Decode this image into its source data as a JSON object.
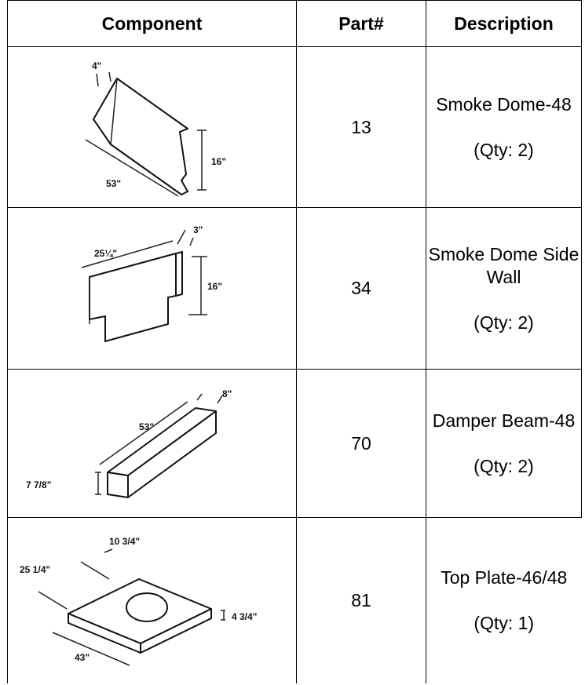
{
  "table": {
    "headers": {
      "component": "Component",
      "part": "Part#",
      "description": "Description"
    },
    "rows": [
      {
        "part": "13",
        "name": "Smoke Dome-48",
        "qty": "(Qty: 2)",
        "dims": {
          "a": "4\"",
          "b": "53\"",
          "c": "16\""
        }
      },
      {
        "part": "34",
        "name": "Smoke Dome Side Wall",
        "qty": "(Qty: 2)",
        "dims": {
          "a": "25¼\"",
          "b": "3\"",
          "c": "16\""
        }
      },
      {
        "part": "70",
        "name": "Damper Beam-48",
        "qty": "(Qty: 2)",
        "dims": {
          "a": "53\"",
          "b": "8\"",
          "c": "7 7/8\""
        }
      },
      {
        "part": "81",
        "name": "Top Plate-46/48",
        "qty": "(Qty: 1)",
        "dims": {
          "a": "10 3/4\"",
          "b": "25 1/4\"",
          "c": "43\"",
          "d": "4 3/4\""
        }
      }
    ]
  }
}
